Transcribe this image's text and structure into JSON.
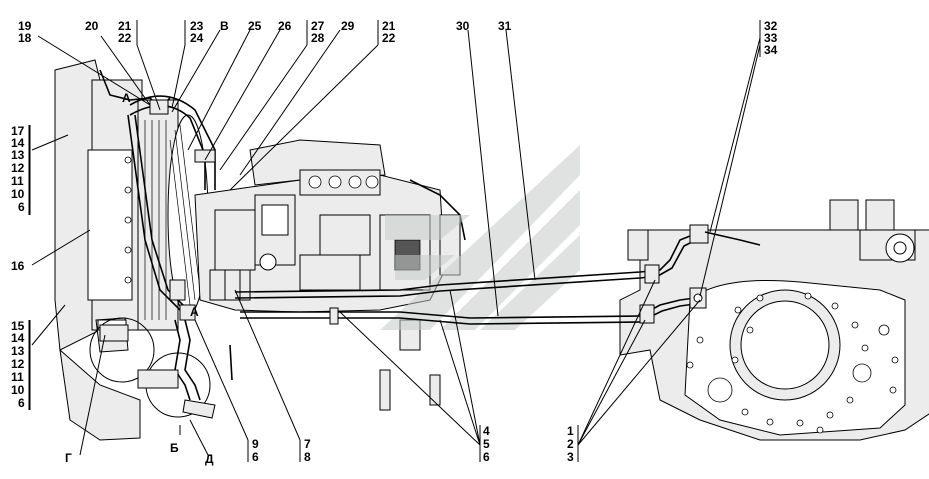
{
  "labels": {
    "l19": "19",
    "l18": "18",
    "l20": "20",
    "l21a": "21",
    "l22a": "22",
    "l23": "23",
    "l24": "24",
    "lV": "В",
    "l25": "25",
    "l26": "26",
    "l27": "27",
    "l28": "28",
    "l29": "29",
    "l21b": "21",
    "l22b": "22",
    "l30": "30",
    "l31": "31",
    "l32": "32",
    "l33": "33",
    "l34": "34",
    "l17t": "17",
    "l14t": "14",
    "l13t": "13",
    "l12t": "12",
    "l11t": "11",
    "l10t": "10",
    "l6t": "6",
    "l16": "16",
    "l15b": "15",
    "l14b": "14",
    "l13b": "13",
    "l12b": "12",
    "l11b": "11",
    "l10b": "10",
    "l6b": "6",
    "lG": "Г",
    "lB": "Б",
    "lD": "Д",
    "l9": "9",
    "l6c": "6",
    "l7": "7",
    "l8": "8",
    "l4": "4",
    "l5": "5",
    "l6d": "6",
    "l1": "1",
    "l2": "2",
    "l3": "3",
    "lA1": "А",
    "lA2": "А"
  },
  "colors": {
    "ink": "#000000",
    "fill": "#ececec",
    "watermark": "#c8cccc"
  }
}
